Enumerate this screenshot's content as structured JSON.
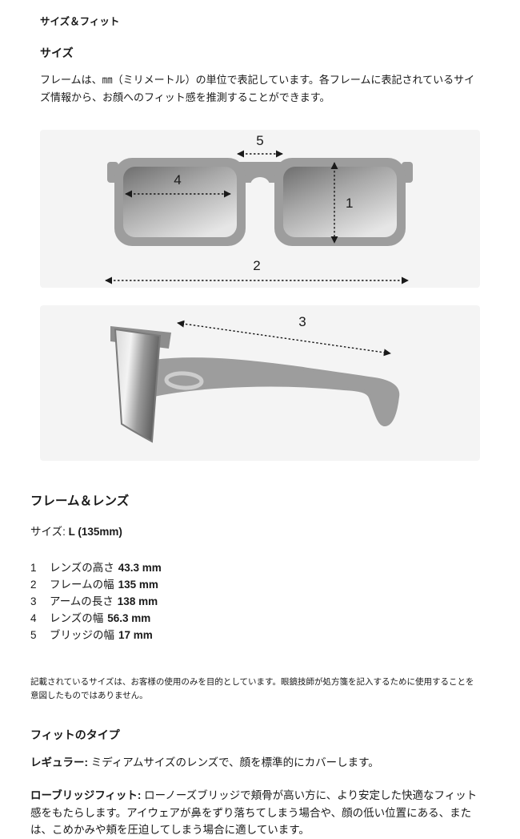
{
  "header": {
    "title": "サイズ＆フィット"
  },
  "size_section": {
    "heading": "サイズ",
    "description": "フレームは、㎜（ミリメートル）の単位で表記しています。各フレームに表記されているサイズ情報から、お顔へのフィット感を推測することができます。"
  },
  "diagrams": {
    "front_labels": {
      "lens_height": "1",
      "frame_width": "2",
      "lens_width": "4",
      "bridge_width": "5"
    },
    "side_labels": {
      "arm_length": "3"
    },
    "colors": {
      "box_bg": "#f4f4f4",
      "frame_gray": "#9d9d9d",
      "arrow": "#1a1a1a"
    }
  },
  "frame_lens": {
    "heading": "フレーム＆レンズ",
    "size_label": "サイズ:",
    "size_value": "L (135mm)",
    "measurements": [
      {
        "num": "1",
        "label": "レンズの高さ",
        "value": "43.3 mm"
      },
      {
        "num": "2",
        "label": "フレームの幅",
        "value": "135 mm"
      },
      {
        "num": "3",
        "label": "アームの長さ",
        "value": "138 mm"
      },
      {
        "num": "4",
        "label": "レンズの幅",
        "value": "56.3 mm"
      },
      {
        "num": "5",
        "label": "ブリッジの幅",
        "value": "17 mm"
      }
    ],
    "disclaimer": "記載されているサイズは、お客様の使用のみを目的としています。眼鏡技師が処方箋を記入するために使用することを意図したものではありません。"
  },
  "fit_section": {
    "heading": "フィットのタイプ",
    "types": [
      {
        "name": "レギュラー:",
        "description": " ミディアムサイズのレンズで、顔を標準的にカバーします。"
      },
      {
        "name": "ローブリッジフィット:",
        "description": " ローノーズブリッジで頬骨が高い方に、より安定した快適なフィット感をもたらします。アイウェアが鼻をずり落ちてしまう場合や、顔の低い位置にある、または、こめかみや頬を圧迫してしまう場合に適しています。"
      }
    ]
  }
}
